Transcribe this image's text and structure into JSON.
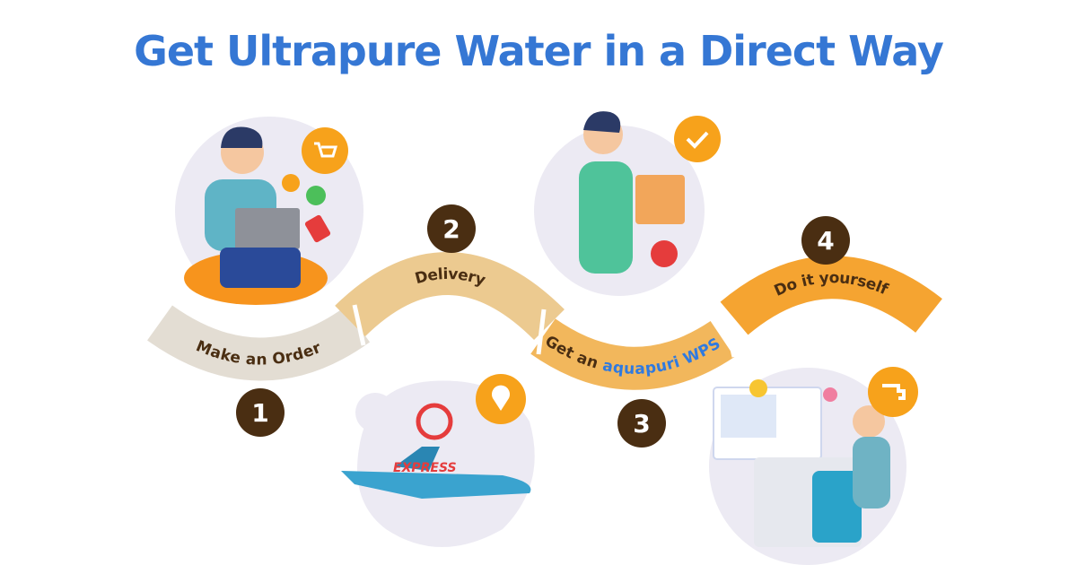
{
  "title": "Get Ultrapure Water in a Direct Way",
  "steps": [
    {
      "number": "1",
      "label": "Make an Order",
      "color": "#e3ddd3"
    },
    {
      "number": "2",
      "label": "Delivery",
      "color": "#ecca90"
    },
    {
      "number": "3",
      "label_prefix": "Get an ",
      "label_brand": "aquapuri WPS",
      "color": "#f2b75c"
    },
    {
      "number": "4",
      "label": "Do it yourself",
      "color": "#f5a431"
    }
  ],
  "illustrations": {
    "plane_text": "EXPRESS"
  },
  "colors": {
    "title": "#3577d4",
    "number_circle": "#4a2e12",
    "icon_circle": "#f7a21b",
    "blob": "#eceaf3"
  }
}
